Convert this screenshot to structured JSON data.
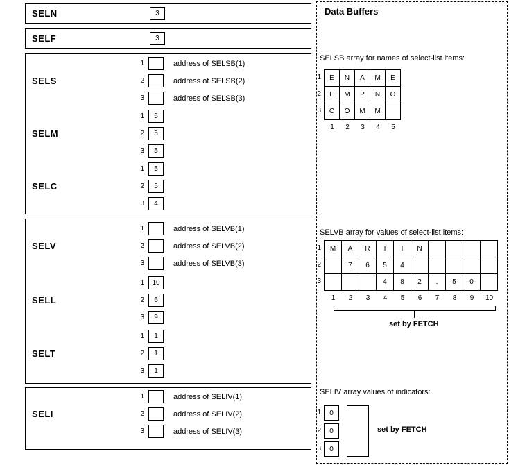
{
  "descriptor": {
    "seln": {
      "label": "SELN",
      "value": "3"
    },
    "self": {
      "label": "SELF",
      "value": "3"
    },
    "sels": {
      "label": "SELS",
      "rows": [
        {
          "index": "1",
          "value": "",
          "note": "address of SELSB(1)"
        },
        {
          "index": "2",
          "value": "",
          "note": "address of SELSB(2)"
        },
        {
          "index": "3",
          "value": "",
          "note": "address of SELSB(3)"
        }
      ]
    },
    "selm": {
      "label": "SELM",
      "rows": [
        {
          "index": "1",
          "value": "5"
        },
        {
          "index": "2",
          "value": "5"
        },
        {
          "index": "3",
          "value": "5"
        }
      ]
    },
    "selc": {
      "label": "SELC",
      "rows": [
        {
          "index": "1",
          "value": "5"
        },
        {
          "index": "2",
          "value": "5"
        },
        {
          "index": "3",
          "value": "4"
        }
      ]
    },
    "selv": {
      "label": "SELV",
      "rows": [
        {
          "index": "1",
          "value": "",
          "note": "address of SELVB(1)"
        },
        {
          "index": "2",
          "value": "",
          "note": "address of SELVB(2)"
        },
        {
          "index": "3",
          "value": "",
          "note": "address of SELVB(3)"
        }
      ]
    },
    "sell": {
      "label": "SELL",
      "rows": [
        {
          "index": "1",
          "value": "10"
        },
        {
          "index": "2",
          "value": "6"
        },
        {
          "index": "3",
          "value": "9"
        }
      ]
    },
    "selt": {
      "label": "SELT",
      "rows": [
        {
          "index": "1",
          "value": "1"
        },
        {
          "index": "2",
          "value": "1"
        },
        {
          "index": "3",
          "value": "1"
        }
      ]
    },
    "seli": {
      "label": "SELI",
      "rows": [
        {
          "index": "1",
          "value": "",
          "note": "address of SELIV(1)"
        },
        {
          "index": "2",
          "value": "",
          "note": "address of SELIV(2)"
        },
        {
          "index": "3",
          "value": "",
          "note": "address of SELIV(3)"
        }
      ]
    }
  },
  "buffers": {
    "title": "Data Buffers",
    "selsb": {
      "caption": "SELSB array for names of select-list items:",
      "row_labels": [
        "1",
        "2",
        "3"
      ],
      "col_labels": [
        "1",
        "2",
        "3",
        "4",
        "5"
      ],
      "rows": [
        [
          "E",
          "N",
          "A",
          "M",
          "E"
        ],
        [
          "E",
          "M",
          "P",
          "N",
          "O"
        ],
        [
          "C",
          "O",
          "M",
          "M",
          ""
        ]
      ]
    },
    "selvb": {
      "caption": "SELVB array for values of select-list items:",
      "row_labels": [
        "1",
        "2",
        "3"
      ],
      "col_labels": [
        "1",
        "2",
        "3",
        "4",
        "5",
        "6",
        "7",
        "8",
        "9",
        "10"
      ],
      "rows": [
        [
          "M",
          "A",
          "R",
          "T",
          "I",
          "N",
          "",
          "",
          "",
          ""
        ],
        [
          "",
          "7",
          "6",
          "5",
          "4",
          "",
          "",
          "",
          "",
          ""
        ],
        [
          "",
          "",
          "",
          "4",
          "8",
          "2",
          ".",
          "5",
          "0",
          ""
        ]
      ],
      "fetch_label": "set by FETCH"
    },
    "seliv": {
      "caption": "SELIV array values of indicators:",
      "row_labels": [
        "1",
        "2",
        "3"
      ],
      "values": [
        "0",
        "0",
        "0"
      ],
      "fetch_label": "set by FETCH"
    }
  }
}
